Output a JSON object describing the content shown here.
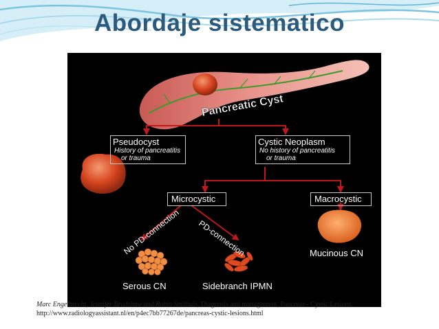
{
  "slide": {
    "title": "Abordaje sistematico",
    "citation": {
      "authors": "Marc Engelbrecht, Jennifer Bradshaw and Robin Smithuis,",
      "work": " Diagnosis and management, Pancreas - Cystic Lesions.",
      "url": "http://www.radiologyassistant.nl/en/p4ec7bb77267de/pancreas-cystic-lesions.html"
    }
  },
  "diagram": {
    "root": "Pancreatic Cyst",
    "pseudocyst": {
      "title": "Pseudocyst",
      "line1": "History of pancreatitis",
      "line2": "or trauma"
    },
    "neoplasm": {
      "title": "Cystic Neoplasm",
      "line1": "No history of pancreatitis",
      "line2": "or trauma"
    },
    "microcystic": "Microcystic",
    "macrocystic": "Macrocystic",
    "no_pd": "No PD-connection",
    "pd": "PD-connection",
    "serous": "Serous CN",
    "ipmn": "Sidebranch IPMN",
    "mucinous": "Mucinous CN"
  },
  "colors": {
    "title": "#2c5a7c",
    "arrow": "#c0181c",
    "pancreas": "#e58c84",
    "lesion": "#d5431e"
  }
}
